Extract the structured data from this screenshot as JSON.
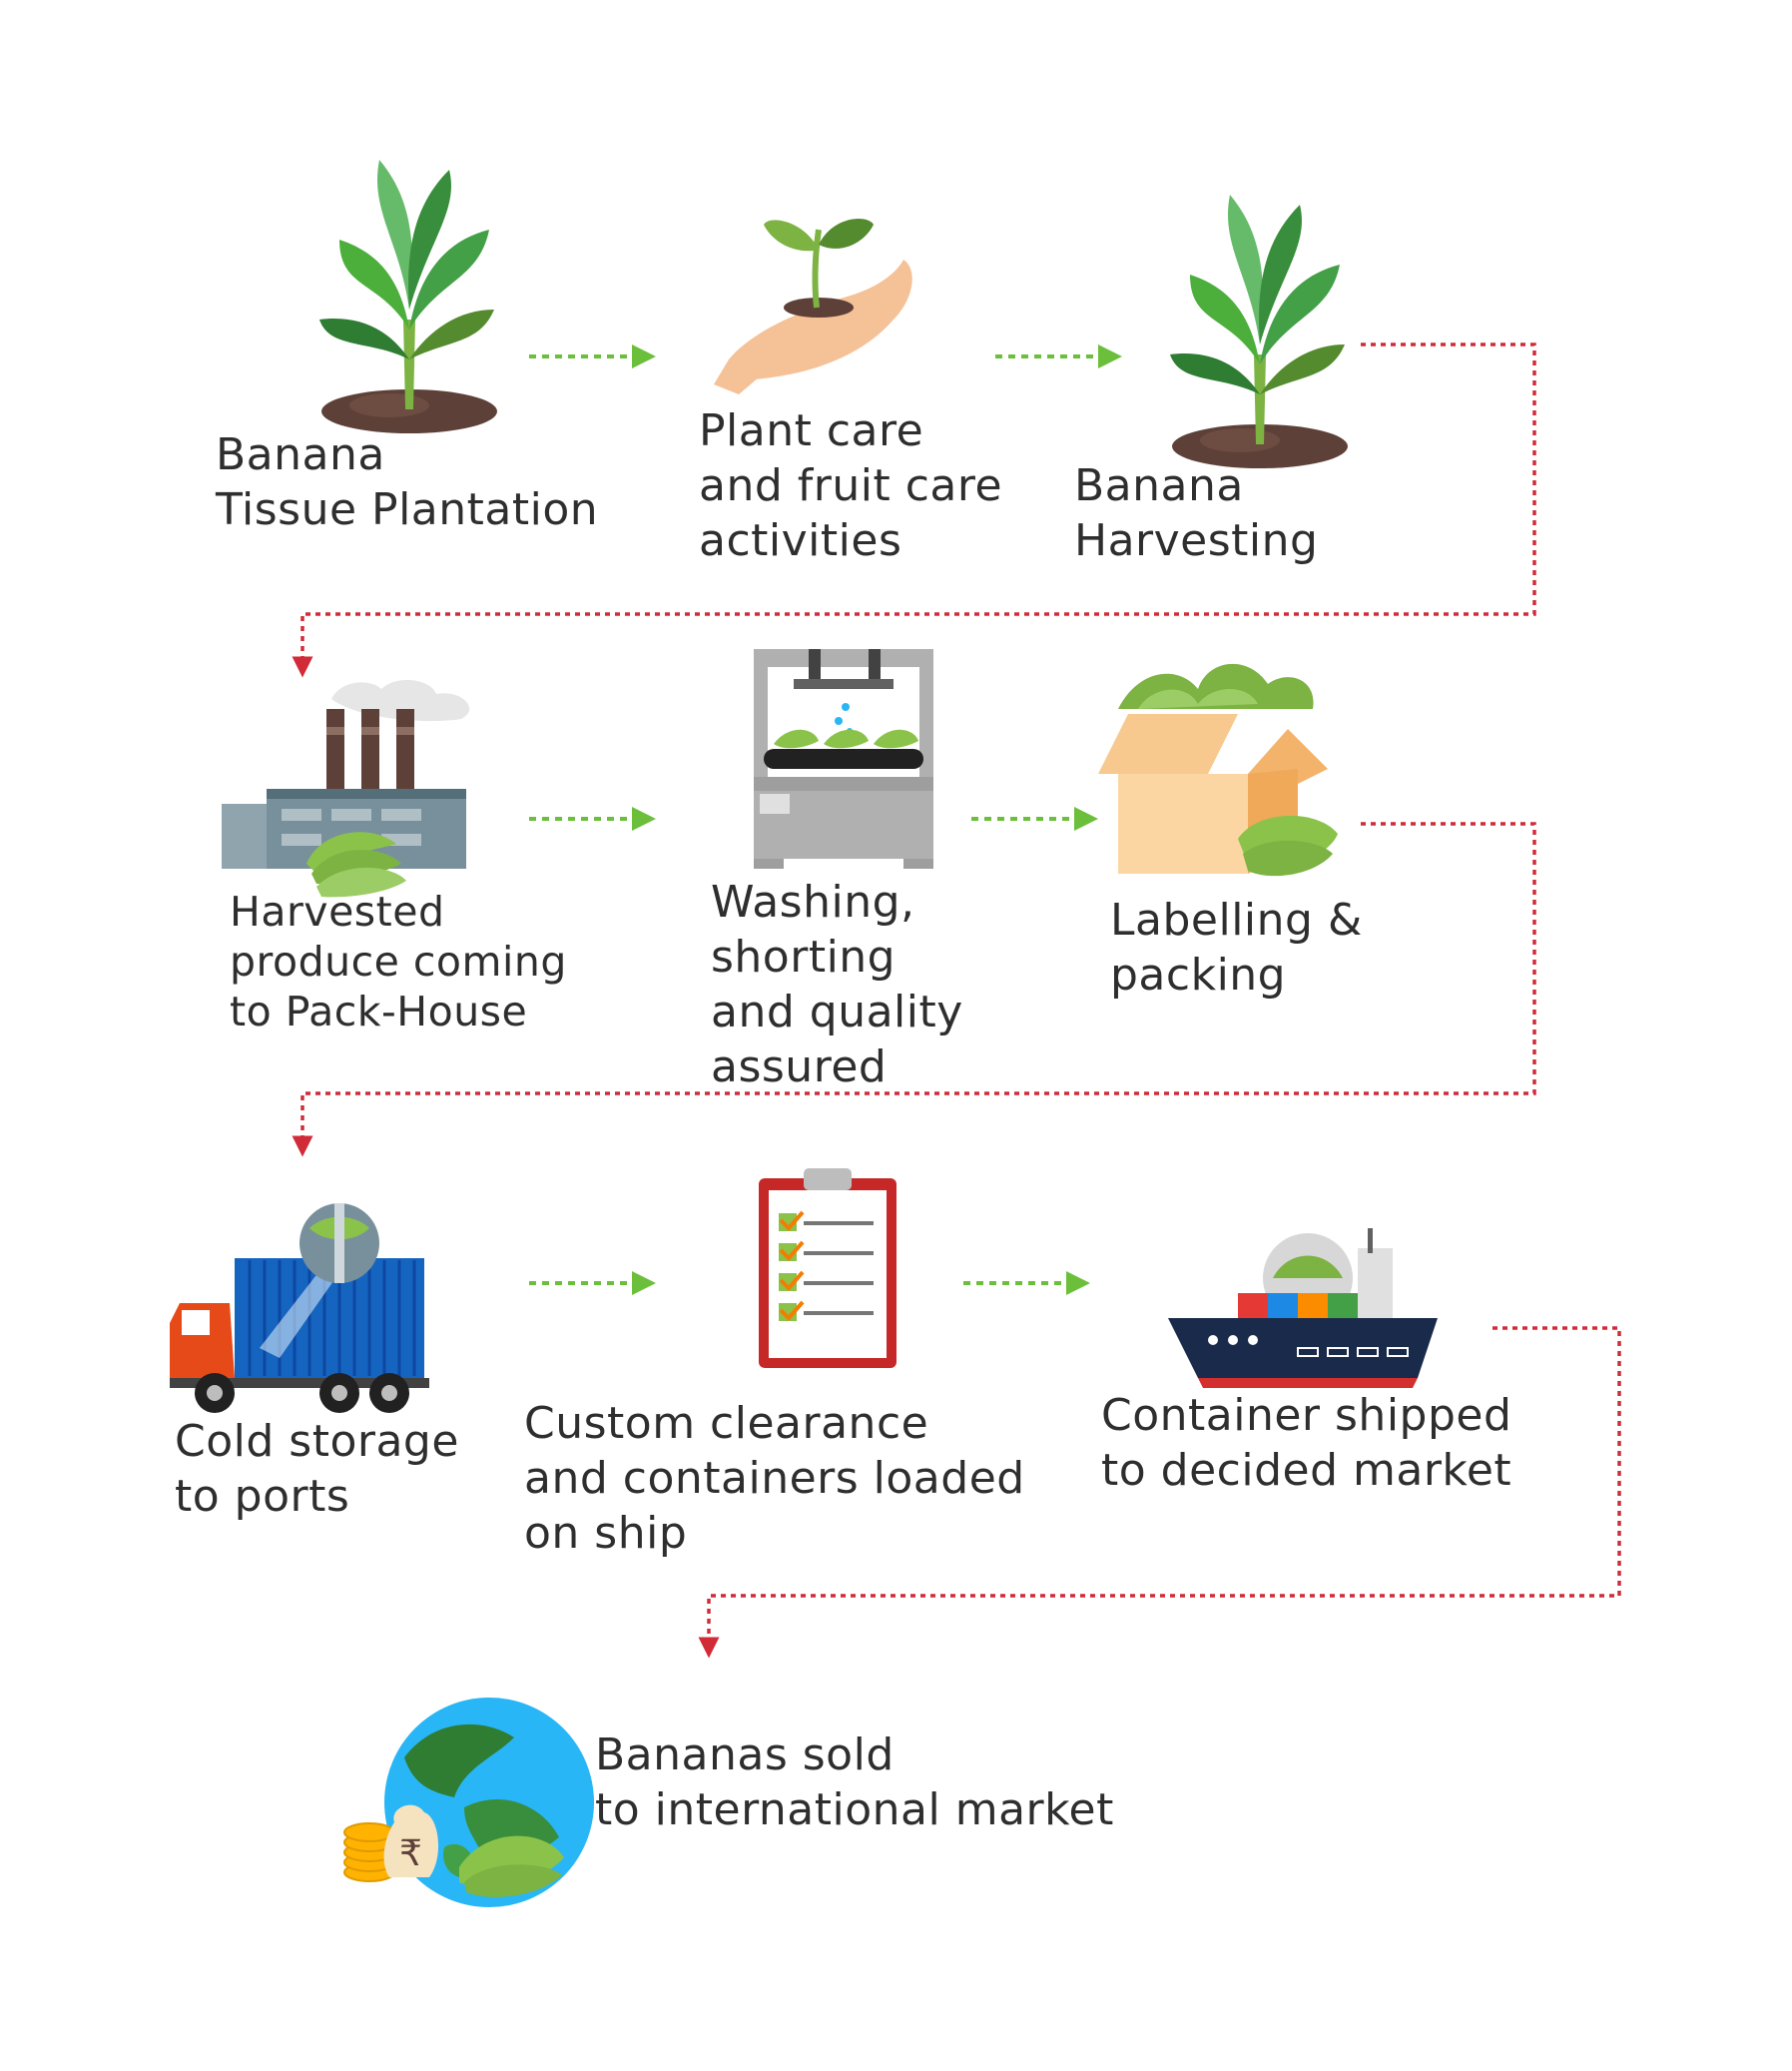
{
  "colors": {
    "flow_arrow": "#6bbf3a",
    "connector": "#d12b38",
    "leaf": "#4caf3c",
    "leaf_dark": "#2e7d32",
    "soil": "#5d4037",
    "banana": "#8bc34a",
    "text": "#2e2e2e"
  },
  "steps": [
    {
      "id": "tissue-plantation",
      "icon": "banana-plant-icon",
      "lines": [
        "Banana",
        "Tissue Plantation"
      ]
    },
    {
      "id": "plant-care",
      "icon": "seedling-hand-icon",
      "lines": [
        "Plant care",
        "and fruit care",
        "activities"
      ]
    },
    {
      "id": "harvesting",
      "icon": "banana-plant-icon",
      "lines": [
        "Banana",
        "Harvesting"
      ]
    },
    {
      "id": "pack-house",
      "icon": "factory-icon",
      "lines": [
        "Harvested",
        "produce coming",
        "to Pack-House"
      ]
    },
    {
      "id": "washing",
      "icon": "washing-machine-icon",
      "lines": [
        "Washing,",
        "shorting",
        "and quality",
        "assured"
      ]
    },
    {
      "id": "packing",
      "icon": "banana-box-icon",
      "lines": [
        "Labelling &",
        "packing"
      ]
    },
    {
      "id": "cold-storage",
      "icon": "refrigerated-truck-icon",
      "lines": [
        "Cold storage",
        "to ports"
      ]
    },
    {
      "id": "custom-clearance",
      "icon": "clipboard-checklist-icon",
      "lines": [
        "Custom clearance",
        "and containers loaded",
        "on ship"
      ]
    },
    {
      "id": "shipped",
      "icon": "cargo-ship-icon",
      "lines": [
        "Container shipped",
        "to decided market"
      ]
    },
    {
      "id": "sold",
      "icon": "globe-money-icon",
      "lines": [
        "Bananas sold",
        "to international market"
      ]
    }
  ]
}
